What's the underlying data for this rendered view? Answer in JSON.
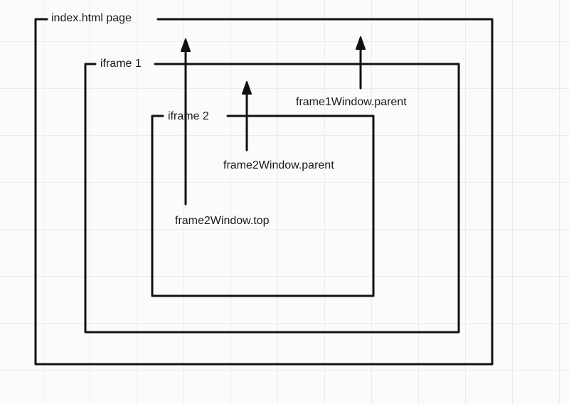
{
  "diagram": {
    "boxes": [
      {
        "id": "index",
        "label": "index.html page"
      },
      {
        "id": "iframe1",
        "label": "iframe 1"
      },
      {
        "id": "iframe2",
        "label": "iframe 2"
      }
    ],
    "arrows": [
      {
        "id": "frame2-top",
        "label": "frame2Window.top",
        "from": "iframe2",
        "to": "index"
      },
      {
        "id": "frame2-parent",
        "label": "frame2Window.parent",
        "from": "iframe2",
        "to": "iframe1"
      },
      {
        "id": "frame1-parent",
        "label": "frame1Window.parent",
        "from": "iframe1",
        "to": "index"
      }
    ],
    "colors": {
      "stroke": "#111111",
      "background": "#fbfbfb",
      "grid": "#ececec"
    }
  }
}
